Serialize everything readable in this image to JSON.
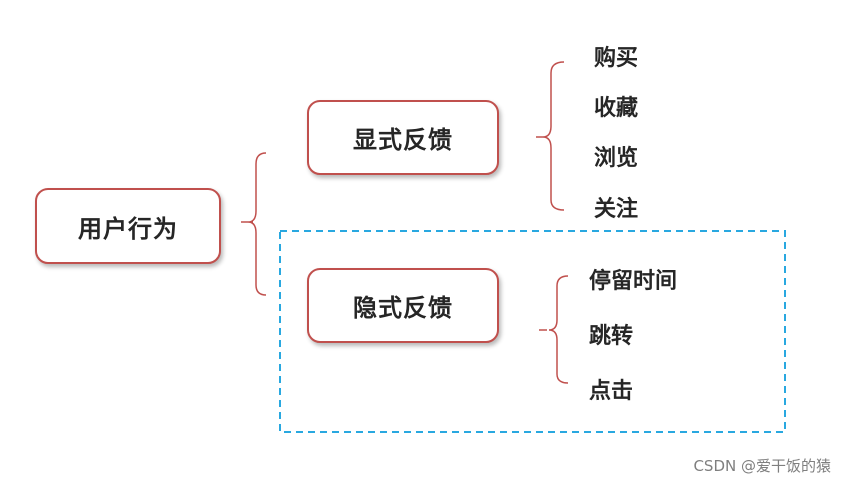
{
  "diagram": {
    "root": "用户行为",
    "explicit": {
      "label": "显式反馈",
      "children": [
        "购买",
        "收藏",
        "浏览",
        "关注"
      ]
    },
    "implicit": {
      "label": "隐式反馈",
      "children": [
        "停留时间",
        "跳转",
        "点击"
      ]
    }
  },
  "colors": {
    "node_border": "#c0504d",
    "bracket": "#c0504d",
    "highlight_dashed_border": "#29a8e0",
    "text": "#262626"
  },
  "watermark": "CSDN @爱干饭的猿"
}
